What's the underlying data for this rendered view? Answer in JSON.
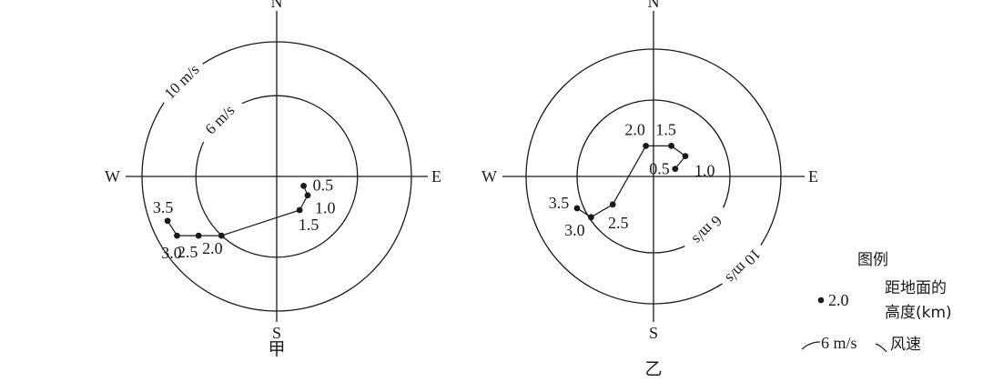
{
  "chart_data": [
    {
      "type": "scatter",
      "panel_label": "甲",
      "directions": {
        "north": "N",
        "south": "S",
        "east": "E",
        "west": "W"
      },
      "rings": [
        {
          "speed": 6,
          "label": "6 m/s",
          "label_angle": 135
        },
        {
          "speed": 10,
          "label": "10 m/s",
          "label_angle": 135
        }
      ],
      "points": [
        {
          "label": "0.5",
          "east": 2.0,
          "north": -0.7
        },
        {
          "label": "1.0",
          "east": 2.3,
          "north": -1.4
        },
        {
          "label": "1.5",
          "east": 1.7,
          "north": -2.5
        },
        {
          "label": "2.0",
          "east": -4.1,
          "north": -4.4
        },
        {
          "label": "2.5",
          "east": -5.8,
          "north": -4.4
        },
        {
          "label": "3.0",
          "east": -7.4,
          "north": -4.4
        },
        {
          "label": "3.5",
          "east": -8.1,
          "north": -3.3
        }
      ]
    },
    {
      "type": "scatter",
      "panel_label": "乙",
      "directions": {
        "north": "N",
        "south": "S",
        "east": "E",
        "west": "W"
      },
      "rings": [
        {
          "speed": 6,
          "label": "6 m/s",
          "label_angle": -45
        },
        {
          "speed": 10,
          "label": "10 m/s",
          "label_angle": -45
        }
      ],
      "points": [
        {
          "label": "0.5",
          "east": 1.7,
          "north": 0.6
        },
        {
          "label": "1.0",
          "east": 2.5,
          "north": 1.6
        },
        {
          "label": "1.5",
          "east": 1.4,
          "north": 2.4
        },
        {
          "label": "2.0",
          "east": -0.6,
          "north": 2.4
        },
        {
          "label": "2.5",
          "east": -3.2,
          "north": -2.2
        },
        {
          "label": "3.0",
          "east": -4.9,
          "north": -3.2
        },
        {
          "label": "3.5",
          "east": -6.0,
          "north": -2.5
        }
      ]
    }
  ],
  "legend": {
    "title": "图例",
    "dot_value": "2.0",
    "dot_desc_line1": "距地面的",
    "dot_desc_line2": "高度(km)",
    "arc_value": "6 m/s",
    "arc_desc": "风速"
  }
}
